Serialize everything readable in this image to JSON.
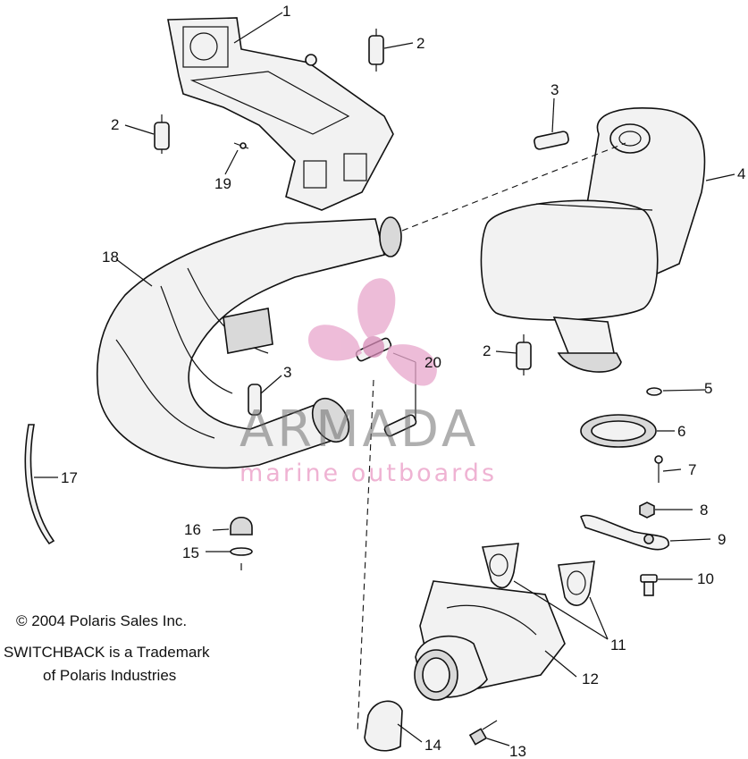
{
  "callouts": {
    "n1": "1",
    "n2a": "2",
    "n2b": "2",
    "n2c": "2",
    "n3a": "3",
    "n3b": "3",
    "n4": "4",
    "n5": "5",
    "n6": "6",
    "n7": "7",
    "n8": "8",
    "n9": "9",
    "n10": "10",
    "n11": "11",
    "n12": "12",
    "n13": "13",
    "n14": "14",
    "n15": "15",
    "n16": "16",
    "n17": "17",
    "n18": "18",
    "n19": "19",
    "n20": "20"
  },
  "footer": {
    "copyright": "© 2004 Polaris Sales Inc.",
    "trademark_line1": "SWITCHBACK is a Trademark",
    "trademark_line2": "of Polaris Industries"
  },
  "watermark": {
    "brand": "ARMADA",
    "tagline": "marine outboards",
    "logo": "propeller-icon",
    "colors": {
      "logo": "#e8a6cc",
      "brand": "#777777",
      "tagline": "#e7a3c7"
    }
  }
}
